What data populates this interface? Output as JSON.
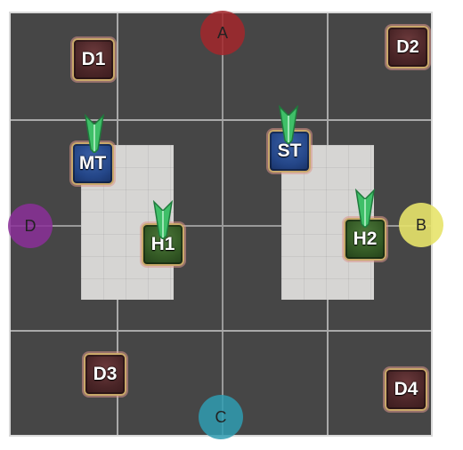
{
  "waymarks": [
    {
      "id": "A",
      "label": "A",
      "color": "#a3272b"
    },
    {
      "id": "B",
      "label": "B",
      "color": "#e7e36a"
    },
    {
      "id": "C",
      "label": "C",
      "color": "#2f9cb1"
    },
    {
      "id": "D",
      "label": "D",
      "color": "#8b2f99"
    }
  ],
  "players": [
    {
      "id": "D1",
      "label": "D1",
      "role": "dps"
    },
    {
      "id": "D2",
      "label": "D2",
      "role": "dps"
    },
    {
      "id": "MT",
      "label": "MT",
      "role": "tank"
    },
    {
      "id": "ST",
      "label": "ST",
      "role": "tank"
    },
    {
      "id": "H1",
      "label": "H1",
      "role": "healer"
    },
    {
      "id": "H2",
      "label": "H2",
      "role": "healer"
    },
    {
      "id": "D3",
      "label": "D3",
      "role": "dps"
    },
    {
      "id": "D4",
      "label": "D4",
      "role": "dps"
    }
  ],
  "colors": {
    "floor": "#464646",
    "grid": "#a9a9a9",
    "safe_zone": "#d6d5d3",
    "arrow": "#4fcf7a"
  },
  "icons": {
    "arrow": "green-arrow-icon"
  }
}
